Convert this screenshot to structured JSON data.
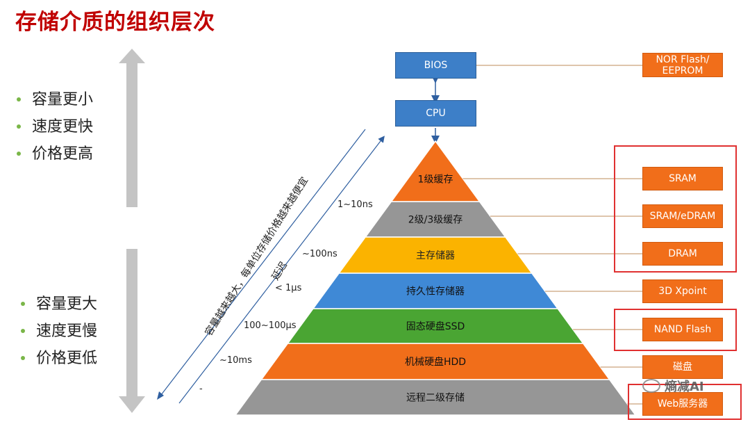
{
  "title": "存储介质的组织层次",
  "top_traits": [
    "容量更小",
    "速度更快",
    "价格更高"
  ],
  "bottom_traits": [
    "容量更大",
    "速度更慢",
    "价格更低"
  ],
  "nodes": {
    "bios": "BIOS",
    "cpu": "CPU"
  },
  "pyramid": [
    {
      "label": "1级缓存",
      "color": "#f16e1a"
    },
    {
      "label": "2级/3级缓存",
      "color": "#969696"
    },
    {
      "label": "主存储器",
      "color": "#fbb300"
    },
    {
      "label": "持久性存储器",
      "color": "#3f89d6"
    },
    {
      "label": "固态硬盘SSD",
      "color": "#4aa533"
    },
    {
      "label": "机械硬盘HDD",
      "color": "#f16e1a"
    },
    {
      "label": "远程二级存储",
      "color": "#969696"
    }
  ],
  "latencies": [
    "1~10ns",
    "~100ns",
    "< 1μs",
    "100~100μs",
    "~10ms",
    "-"
  ],
  "diagonal": {
    "capacity": "容量越来越大，每单位存储价格越来越便宜",
    "delay": "延迟"
  },
  "media": [
    "NOR Flash/\nEEPROM",
    "SRAM",
    "SRAM/eDRAM",
    "DRAM",
    "3D Xpoint",
    "NAND Flash",
    "磁盘",
    "Web服务器"
  ],
  "watermark": "熵减AI"
}
